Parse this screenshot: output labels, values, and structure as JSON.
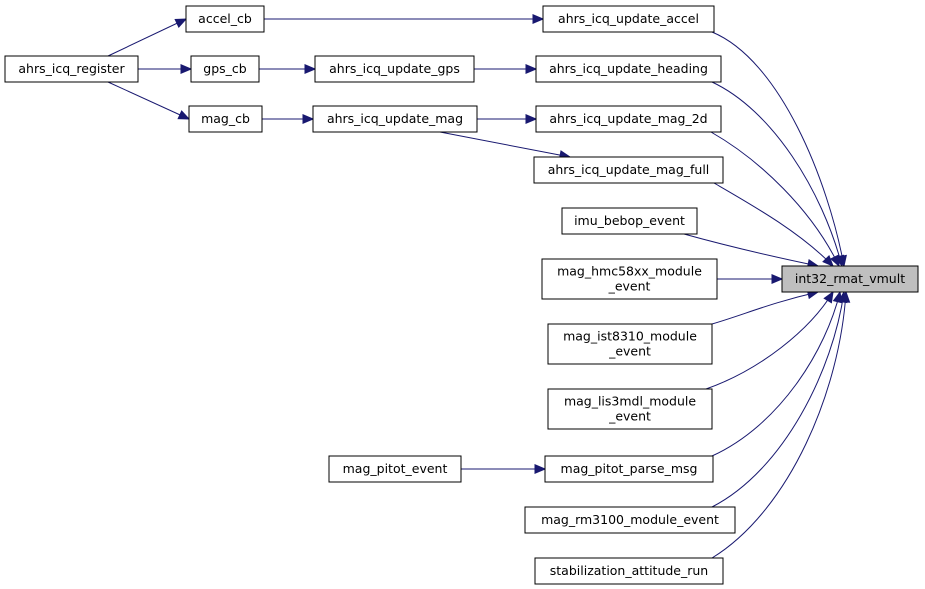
{
  "nodes": {
    "ahrs_icq_register": [
      "ahrs_icq_register"
    ],
    "accel_cb": [
      "accel_cb"
    ],
    "gps_cb": [
      "gps_cb"
    ],
    "mag_cb": [
      "mag_cb"
    ],
    "ahrs_icq_update_gps": [
      "ahrs_icq_update_gps"
    ],
    "ahrs_icq_update_mag": [
      "ahrs_icq_update_mag"
    ],
    "ahrs_icq_update_accel": [
      "ahrs_icq_update_accel"
    ],
    "ahrs_icq_update_heading": [
      "ahrs_icq_update_heading"
    ],
    "ahrs_icq_update_mag_2d": [
      "ahrs_icq_update_mag_2d"
    ],
    "ahrs_icq_update_mag_full": [
      "ahrs_icq_update_mag_full"
    ],
    "imu_bebop_event": [
      "imu_bebop_event"
    ],
    "mag_hmc58xx_module_event": [
      "mag_hmc58xx_module",
      "_event"
    ],
    "mag_ist8310_module_event": [
      "mag_ist8310_module",
      "_event"
    ],
    "mag_lis3mdl_module_event": [
      "mag_lis3mdl_module",
      "_event"
    ],
    "mag_pitot_event": [
      "mag_pitot_event"
    ],
    "mag_pitot_parse_msg": [
      "mag_pitot_parse_msg"
    ],
    "mag_rm3100_module_event": [
      "mag_rm3100_module_event"
    ],
    "stabilization_attitude_run": [
      "stabilization_attitude_run"
    ],
    "int32_rmat_vmult": [
      "int32_rmat_vmult"
    ]
  },
  "edges": [
    [
      "ahrs_icq_register",
      "accel_cb"
    ],
    [
      "ahrs_icq_register",
      "gps_cb"
    ],
    [
      "ahrs_icq_register",
      "mag_cb"
    ],
    [
      "accel_cb",
      "ahrs_icq_update_accel"
    ],
    [
      "gps_cb",
      "ahrs_icq_update_gps"
    ],
    [
      "mag_cb",
      "ahrs_icq_update_mag"
    ],
    [
      "ahrs_icq_update_gps",
      "ahrs_icq_update_heading"
    ],
    [
      "ahrs_icq_update_mag",
      "ahrs_icq_update_mag_2d"
    ],
    [
      "ahrs_icq_update_mag",
      "ahrs_icq_update_mag_full"
    ],
    [
      "mag_pitot_event",
      "mag_pitot_parse_msg"
    ],
    [
      "ahrs_icq_update_accel",
      "int32_rmat_vmult"
    ],
    [
      "ahrs_icq_update_heading",
      "int32_rmat_vmult"
    ],
    [
      "ahrs_icq_update_mag_2d",
      "int32_rmat_vmult"
    ],
    [
      "ahrs_icq_update_mag_full",
      "int32_rmat_vmult"
    ],
    [
      "imu_bebop_event",
      "int32_rmat_vmult"
    ],
    [
      "mag_hmc58xx_module_event",
      "int32_rmat_vmult"
    ],
    [
      "mag_ist8310_module_event",
      "int32_rmat_vmult"
    ],
    [
      "mag_lis3mdl_module_event",
      "int32_rmat_vmult"
    ],
    [
      "mag_pitot_parse_msg",
      "int32_rmat_vmult"
    ],
    [
      "mag_rm3100_module_event",
      "int32_rmat_vmult"
    ],
    [
      "stabilization_attitude_run",
      "int32_rmat_vmult"
    ]
  ],
  "highlighted": "int32_rmat_vmult",
  "colors": {
    "edge": "#191970",
    "highlight_fill": "#bfbfbf",
    "box_stroke": "#000000"
  }
}
